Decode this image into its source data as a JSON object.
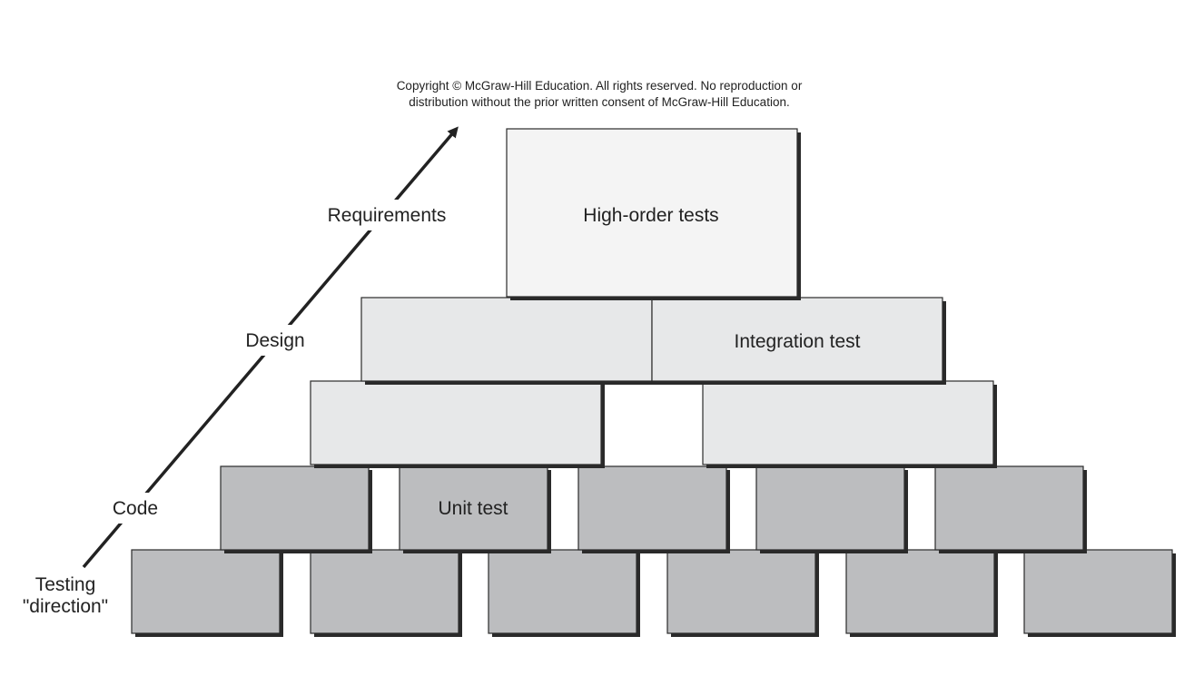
{
  "copyright": {
    "line1": "Copyright © McGraw-Hill Education. All rights reserved. No reproduction or",
    "line2": "distribution without the prior written consent of McGraw-Hill Education."
  },
  "arrow": {
    "levels": {
      "requirements": "Requirements",
      "design": "Design",
      "code": "Code"
    },
    "caption_line1": "Testing",
    "caption_line2": "\"direction\""
  },
  "pyramid": {
    "high_order_label": "High-order tests",
    "integration_label": "Integration test",
    "unit_label": "Unit test"
  },
  "colors": {
    "dark_block": "#bcbdbf",
    "light_block": "#e7e8e9",
    "top_block": "#f4f4f4",
    "shadow": "#2a2a2a",
    "outline": "#2b2b2b",
    "text": "#222222"
  }
}
